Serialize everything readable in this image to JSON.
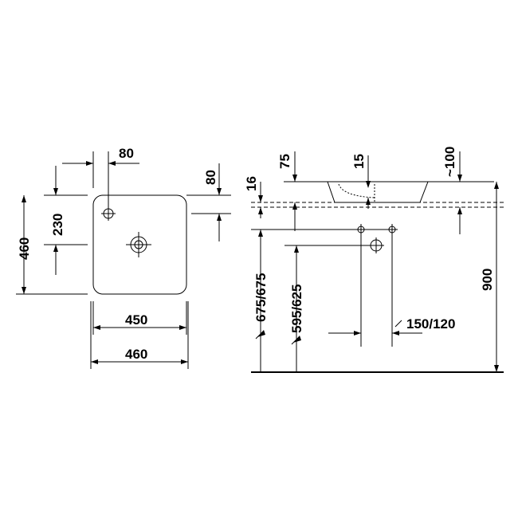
{
  "plan_view": {
    "dim_tap_offset_x": "80",
    "dim_tap_offset_y": "80",
    "dim_depth_to_waste": "230",
    "dim_depth_total": "460",
    "dim_inner_width": "450",
    "dim_outer_width": "460"
  },
  "elevation_view": {
    "dim_rim_height": "75",
    "dim_wall": "15",
    "dim_projection": "~100",
    "dim_counter": "16",
    "dim_height_a": "675/675",
    "dim_height_b": "595/625",
    "dim_spacing": "150/120",
    "dim_floor": "900"
  }
}
